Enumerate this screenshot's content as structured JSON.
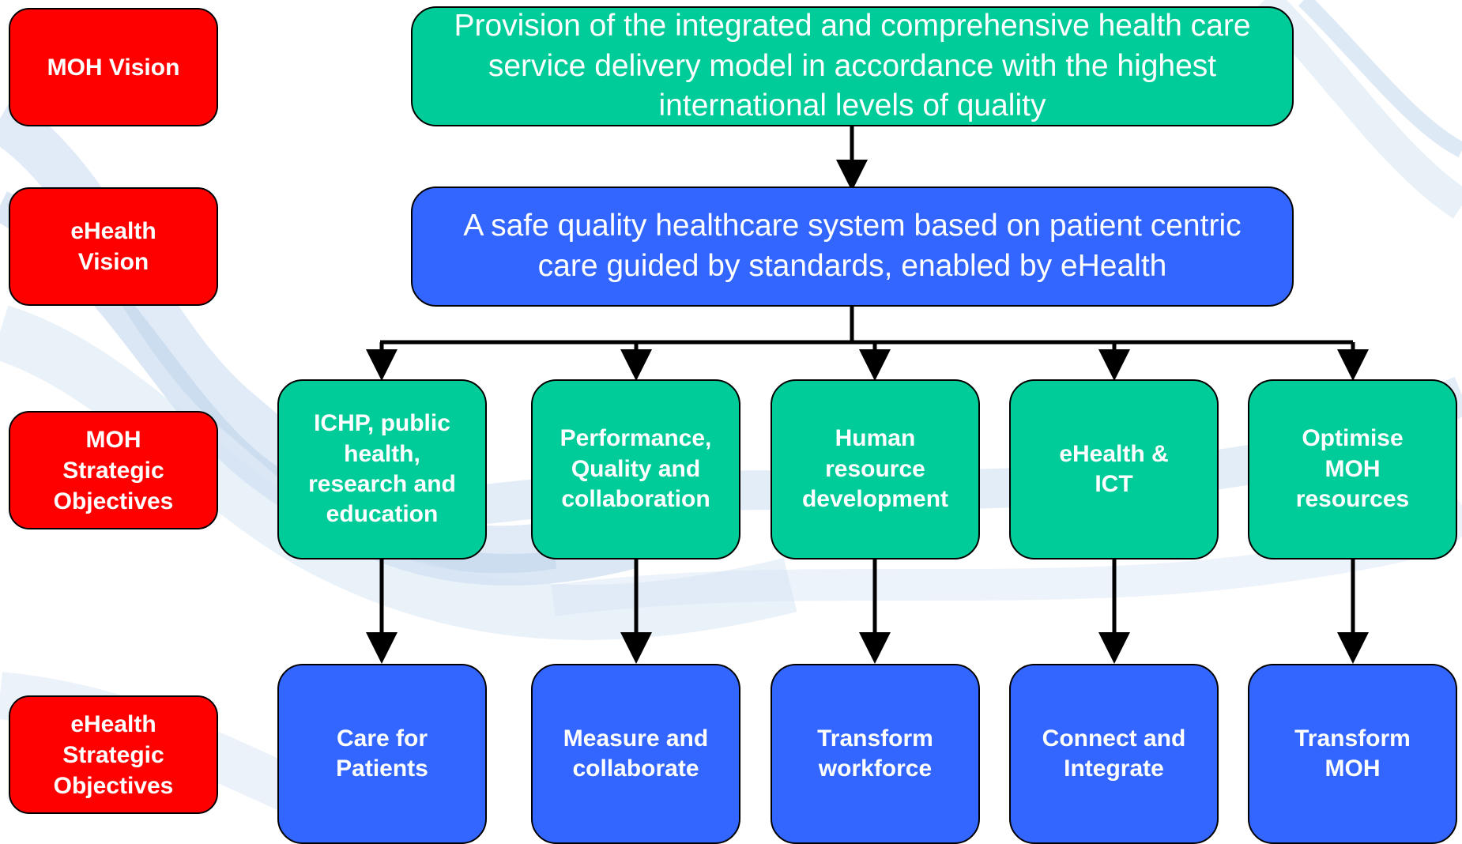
{
  "colors": {
    "label_red": "#ff0000",
    "green": "#00cc99",
    "blue": "#3366ff",
    "connector": "#000000"
  },
  "rows": {
    "moh_vision": "MOH Vision",
    "ehealth_vision": "eHealth\nVision",
    "moh_objectives": "MOH\nStrategic\nObjectives",
    "ehealth_objectives": "eHealth\nStrategic\nObjectives"
  },
  "moh_vision_text": "Provision of the integrated and comprehensive health care service delivery model in accordance with the highest international levels of quality",
  "ehealth_vision_text": "A safe quality healthcare system based on patient centric care guided by standards, enabled by eHealth",
  "moh_objectives": [
    "ICHP, public\nhealth,\nresearch and\neducation",
    "Performance,\nQuality and\ncollaboration",
    "Human\nresource\ndevelopment",
    "eHealth &\nICT",
    "Optimise\nMOH\nresources"
  ],
  "ehealth_objectives": [
    "Care for\nPatients",
    "Measure and\ncollaborate",
    "Transform\nworkforce",
    "Connect and\nIntegrate",
    "Transform\nMOH"
  ]
}
